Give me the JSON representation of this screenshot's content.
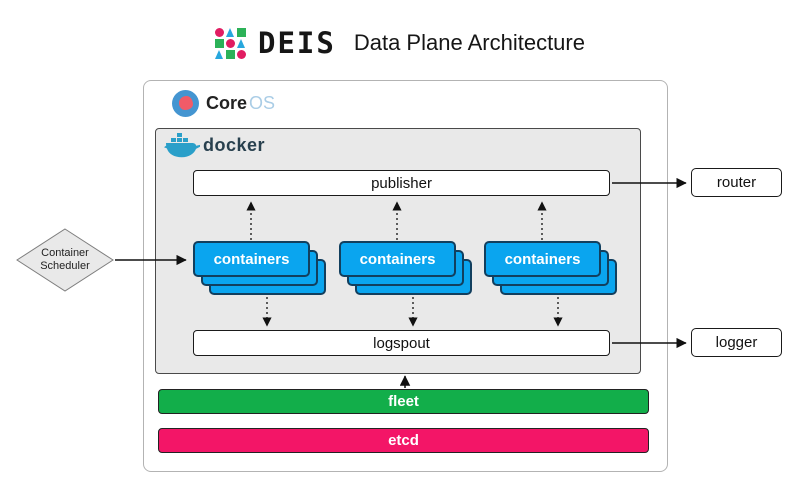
{
  "header": {
    "brand": "DEIS",
    "title": "Data Plane Architecture"
  },
  "deis_grid": [
    [
      "circle",
      "triangle",
      "square"
    ],
    [
      "square",
      "circle",
      "triangle"
    ],
    [
      "triangle",
      "square",
      "circle"
    ]
  ],
  "coreos": {
    "core": "Core",
    "os": "OS"
  },
  "docker_label": "docker",
  "scheduler": {
    "line1": "Container",
    "line2": "Scheduler"
  },
  "nodes": {
    "publisher": "publisher",
    "containers": [
      "containers",
      "containers",
      "containers"
    ],
    "logspout": "logspout",
    "fleet": "fleet",
    "etcd": "etcd",
    "router": "router",
    "logger": "logger"
  },
  "edges": [
    {
      "from": "container-scheduler",
      "to": "containers",
      "style": "solid"
    },
    {
      "from": "publisher",
      "to": "router",
      "style": "solid"
    },
    {
      "from": "logspout",
      "to": "logger",
      "style": "solid"
    },
    {
      "from": "fleet",
      "to": "logspout",
      "style": "solid"
    },
    {
      "from": "containers",
      "to": "publisher",
      "style": "dotted"
    },
    {
      "from": "containers",
      "to": "logspout",
      "style": "dotted"
    }
  ],
  "colors": {
    "container_blue": "#0aa5ef",
    "container_border": "#123f5e",
    "fleet_green": "#12ae4a",
    "etcd_pink": "#f31567",
    "docker_bg": "#e9e9e9",
    "docker_blue": "#2a9fc9",
    "deis_pink": "#e11d62",
    "deis_blue": "#27a7dd",
    "deis_green": "#2cb258",
    "coreos_blue": "#4495d1",
    "coreos_accent": "#f15b68"
  }
}
